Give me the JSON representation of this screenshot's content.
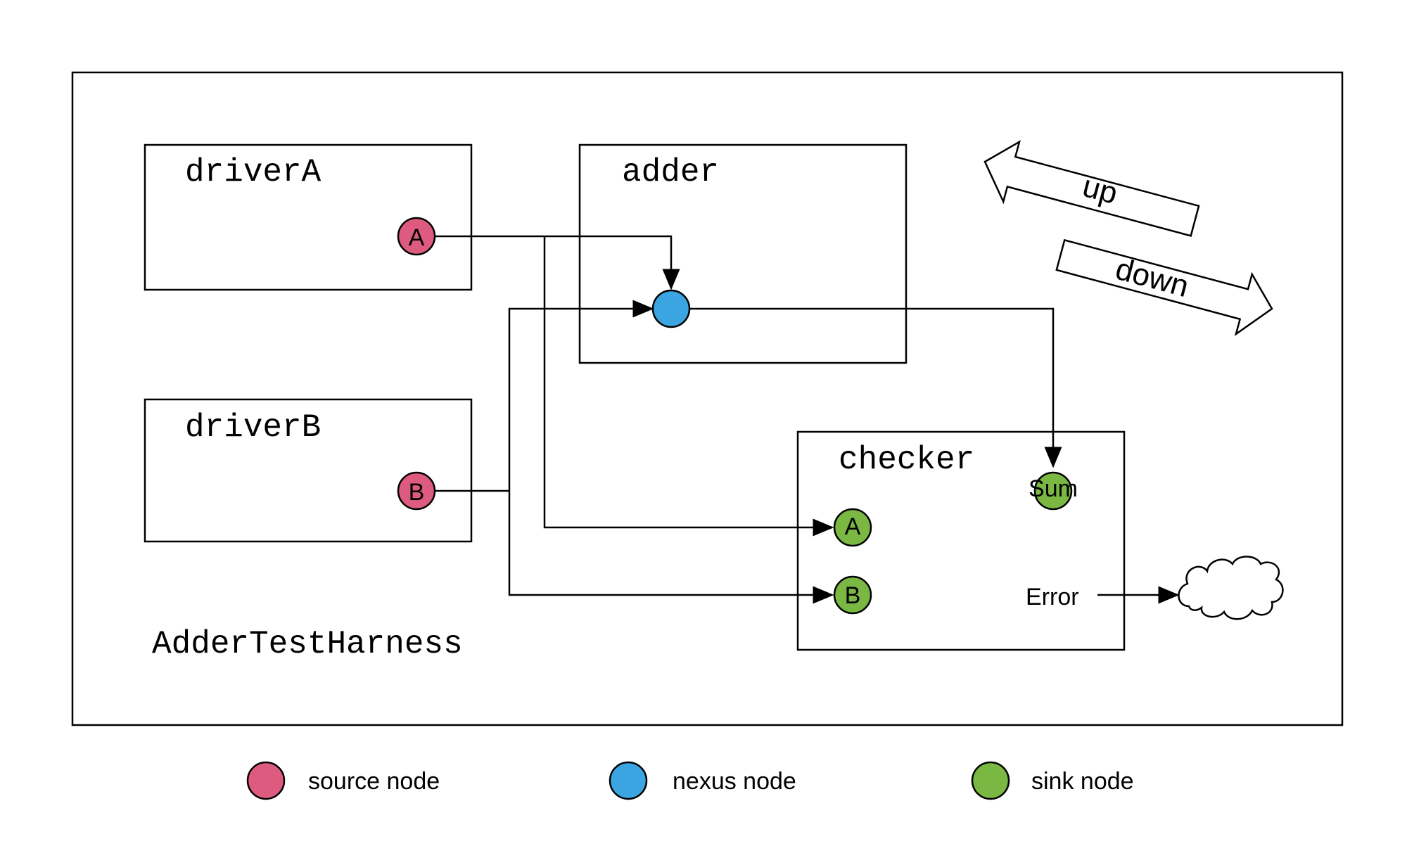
{
  "colors": {
    "source": "#de5b80",
    "nexus": "#3aa5e0",
    "sink": "#7bb843"
  },
  "harness": {
    "label": "AdderTestHarness"
  },
  "driverA": {
    "label": "driverA",
    "port": "A"
  },
  "driverB": {
    "label": "driverB",
    "port": "B"
  },
  "adder": {
    "label": "adder"
  },
  "checker": {
    "label": "checker",
    "port_a": "A",
    "port_b": "B",
    "port_sum": "Sum",
    "error_label": "Error"
  },
  "directions": {
    "up": "up",
    "down": "down"
  },
  "legend": {
    "source": "source node",
    "nexus": "nexus node",
    "sink": "sink node"
  }
}
